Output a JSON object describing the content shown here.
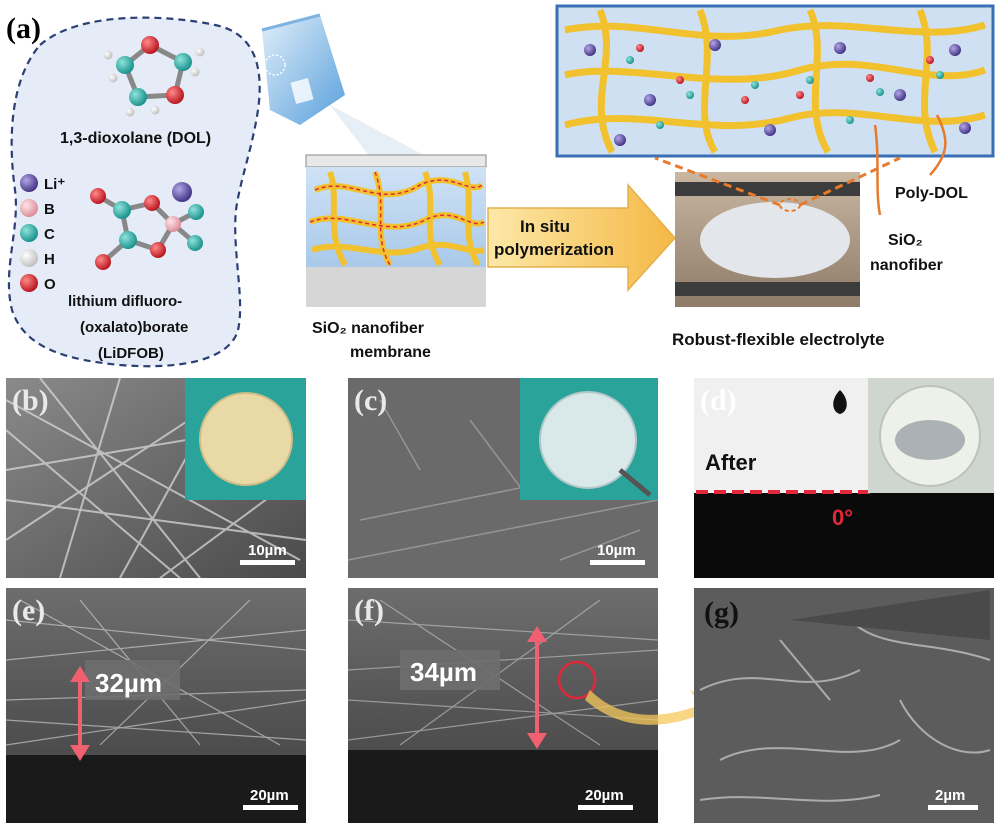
{
  "panel_a": {
    "label": "(a)",
    "dol_label": "1,3-dioxolane (DOL)",
    "legend": [
      {
        "symbol": "Li⁺",
        "color": "#5a4a9c"
      },
      {
        "symbol": "B",
        "color": "#f0b8c0"
      },
      {
        "symbol": "C",
        "color": "#1fa8a0"
      },
      {
        "symbol": "H",
        "color": "#e8e8e8"
      },
      {
        "symbol": "O",
        "color": "#d8202a"
      }
    ],
    "salt_label_1": "lithium difluoro-",
    "salt_label_2": "(oxalato)borate",
    "salt_label_3": "(LiDFOB)",
    "membrane_label_1": "SiO₂ nanofiber",
    "membrane_label_2": "membrane",
    "arrow_label_1": "In situ",
    "arrow_label_2": "polymerization",
    "poly_label": "Poly-DOL",
    "sio2_label_1": "SiO₂",
    "sio2_label_2": "nanofiber",
    "result_label": "Robust-flexible electrolyte"
  },
  "panel_b": {
    "label": "(b)",
    "scale": "10µm"
  },
  "panel_c": {
    "label": "(c)",
    "scale": "10µm"
  },
  "panel_d": {
    "label": "(d)",
    "after": "After",
    "angle": "0°"
  },
  "panel_e": {
    "label": "(e)",
    "thickness": "32µm",
    "scale": "20µm"
  },
  "panel_f": {
    "label": "(f)",
    "thickness": "34µm",
    "scale": "20µm"
  },
  "panel_g": {
    "label": "(g)",
    "scale": "2µm"
  },
  "colors": {
    "accent_red": "#e0283a",
    "arrow_yellow": "#f6c85a",
    "fiber_yellow": "#f2c12e",
    "dashed_blue": "#2a3f73"
  }
}
